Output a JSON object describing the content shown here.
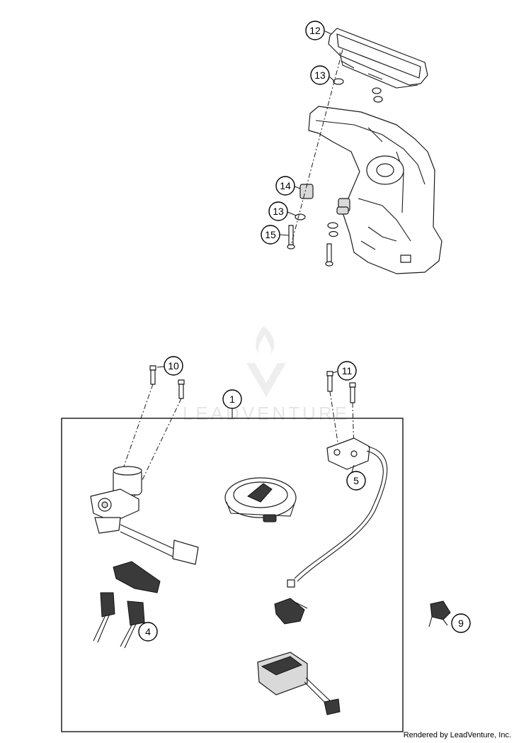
{
  "callouts": [
    {
      "id": "12",
      "label": "12"
    },
    {
      "id": "13a",
      "label": "13"
    },
    {
      "id": "14",
      "label": "14"
    },
    {
      "id": "13b",
      "label": "13"
    },
    {
      "id": "15",
      "label": "15"
    },
    {
      "id": "10",
      "label": "10"
    },
    {
      "id": "11",
      "label": "11"
    },
    {
      "id": "1",
      "label": "1"
    },
    {
      "id": "5",
      "label": "5"
    },
    {
      "id": "4",
      "label": "4"
    },
    {
      "id": "9",
      "label": "9"
    }
  ],
  "watermark": {
    "text": "LEADVENTURE"
  },
  "footer": {
    "text": "Rendered by LeadVenture, Inc."
  }
}
